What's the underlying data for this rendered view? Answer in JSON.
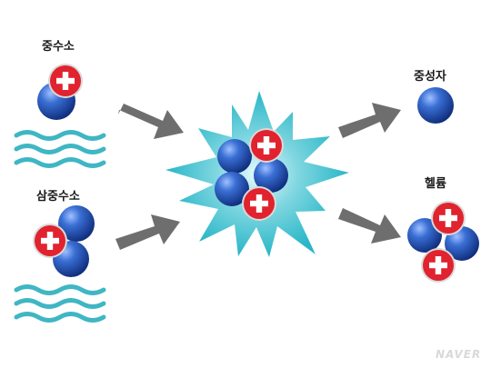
{
  "labels": {
    "deuterium": "중수소",
    "tritium": "삼중수소",
    "neutron": "중성자",
    "helium": "헬륨"
  },
  "watermark": "NAVER",
  "colors": {
    "proton_red": "#e0232e",
    "neutron_blue": "#1f4fb0",
    "water_cyan": "#3fb6c4",
    "burst_cyan": "#28b6c7",
    "arrow_gray": "#6e6e6e"
  },
  "icons": {
    "proton": "red-circle-white-cross",
    "neutron": "blue-sphere",
    "water": "wavy-lines",
    "fusion": "starburst"
  }
}
